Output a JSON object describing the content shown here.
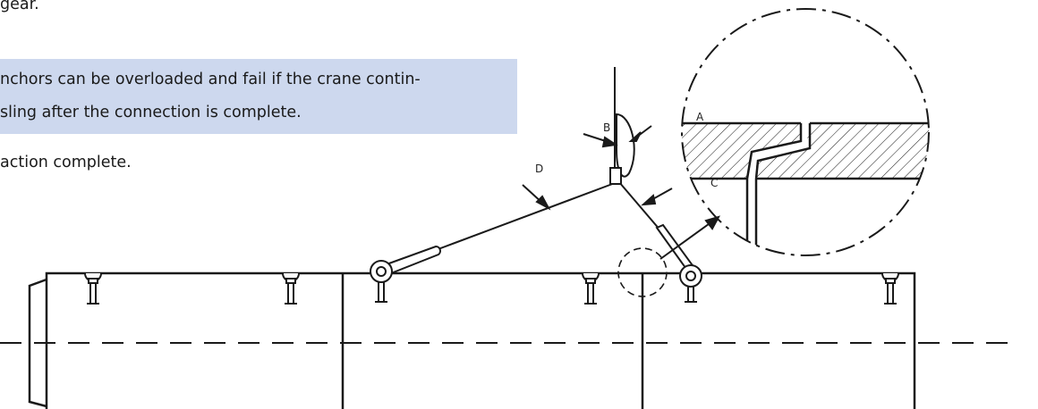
{
  "text": {
    "line_top": "gear.",
    "warning_line1": "nchors can be overloaded and fail if the crane contin-",
    "warning_line2": " sling after the connection is complete.",
    "line_action": "action complete."
  },
  "diagram": {
    "label_a": "A",
    "label_b": "B",
    "label_c": "C",
    "label_d": "D"
  },
  "colors": {
    "warning_bg": "#cdd8ee",
    "line": "#1a1a1a"
  }
}
